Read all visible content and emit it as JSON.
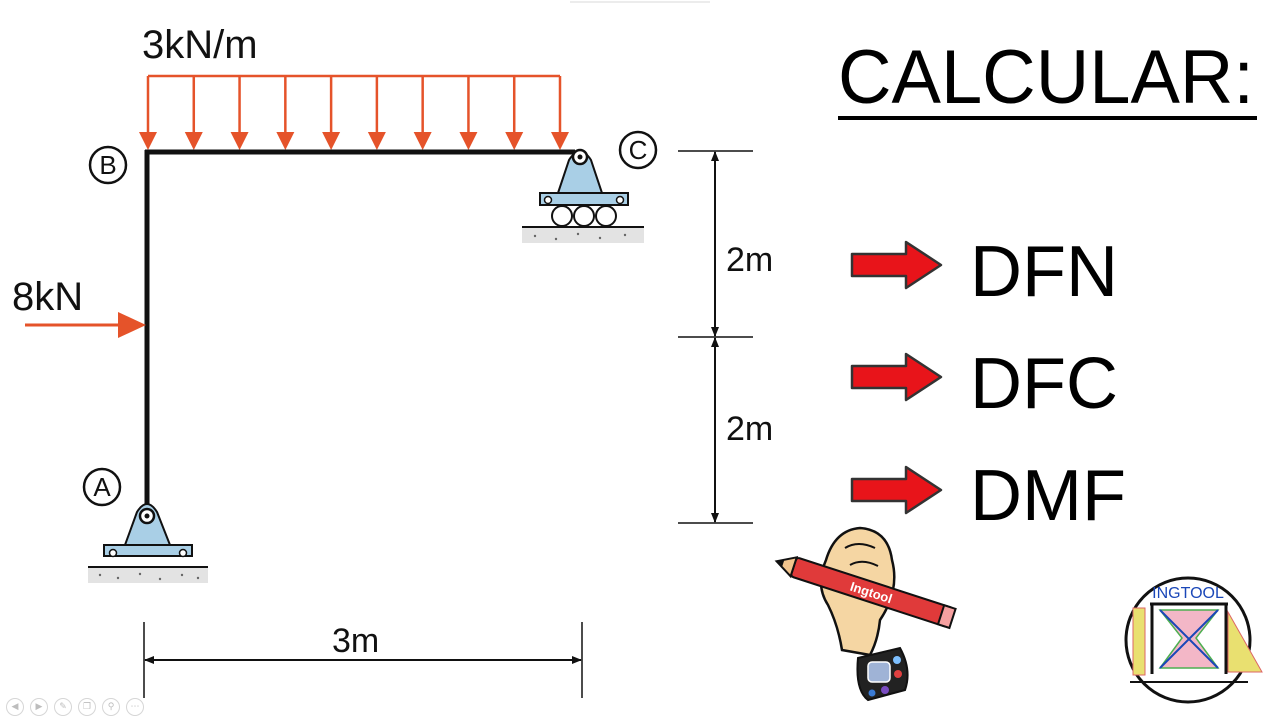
{
  "frame": {
    "load_label": "3kN/m",
    "point_load_label": "8kN",
    "node_a": "A",
    "node_b": "B",
    "node_c": "C",
    "dim_upper": "2m",
    "dim_lower": "2m",
    "dim_horizontal": "3m"
  },
  "tasks": {
    "heading": "CALCULAR:",
    "items": [
      "DFN",
      "DFC",
      "DMF"
    ]
  },
  "mascot": {
    "pencil_text": "Ingtool"
  },
  "logo": {
    "text": "INGTOOL"
  },
  "colors": {
    "load": "#e5532a",
    "arrow_red": "#e8141a",
    "support_fill": "#a9cfe6",
    "member": "#111111",
    "logo_blue": "#1a47b8"
  },
  "slide_controls": [
    "prev-icon",
    "next-icon",
    "pen-icon",
    "copy-icon",
    "zoom-icon",
    "more-icon"
  ]
}
